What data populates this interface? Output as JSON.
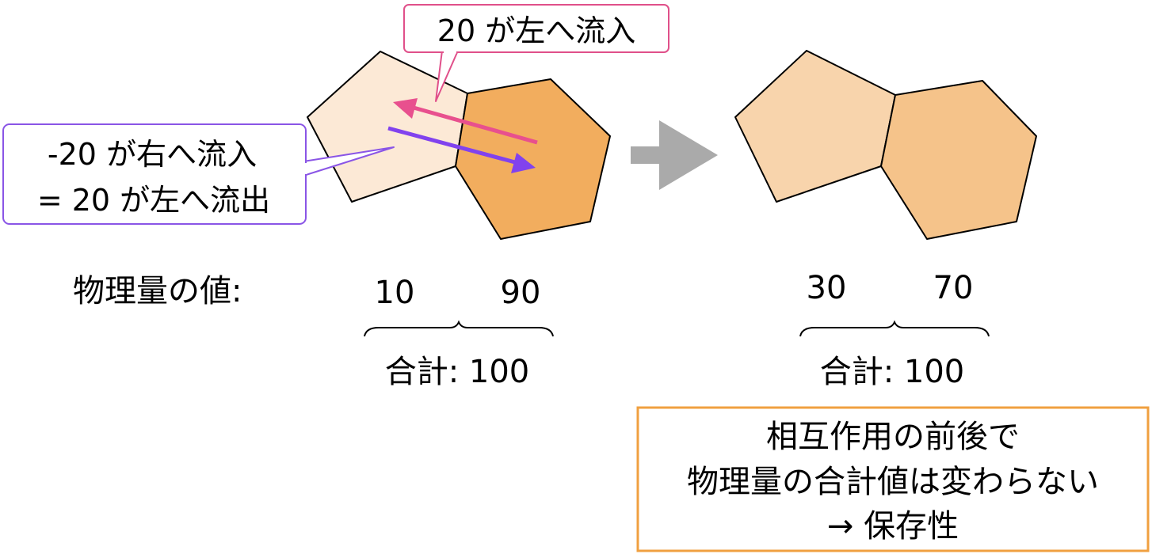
{
  "callouts": {
    "top": {
      "text": "20 が左へ流入",
      "border_color": "#e0508a"
    },
    "left": {
      "line1": "-20 が右へ流入",
      "line2": "= 20 が左へ流出",
      "border_color": "#8a55e6"
    }
  },
  "labels": {
    "quantity_label": "物理量の値:"
  },
  "before": {
    "left_value": "10",
    "right_value": "90",
    "sum": "合計: 100"
  },
  "after": {
    "left_value": "30",
    "right_value": "70",
    "sum": "合計: 100"
  },
  "conclusion": {
    "line1": "相互作用の前後で",
    "line2": "物理量の合計値は変わらない",
    "line3": "→ 保存性",
    "border_color": "#f0a040"
  },
  "colors": {
    "before_left_fill": "#fce9d6",
    "before_right_fill": "#f2ad5e",
    "after_left_fill": "#f8d4ac",
    "after_right_fill": "#f5c38a",
    "arrow_inflow": "#e8508e",
    "arrow_outflow": "#8142ee",
    "transition_arrow": "#aaaaaa"
  }
}
